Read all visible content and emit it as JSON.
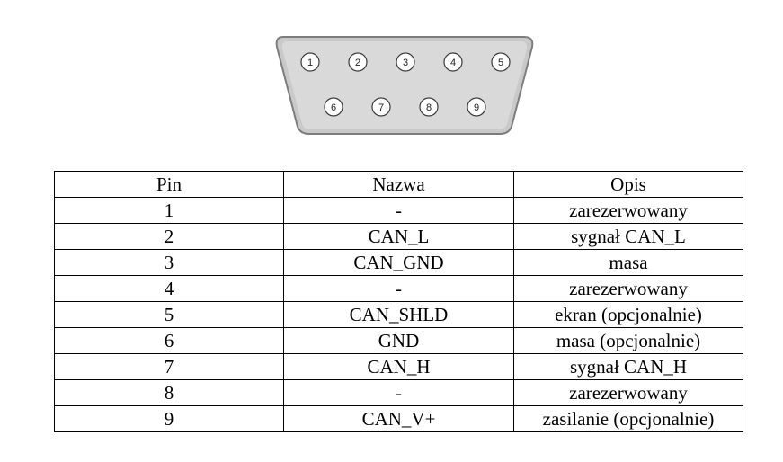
{
  "connector": {
    "top_row_pins": [
      "1",
      "2",
      "3",
      "4",
      "5"
    ],
    "bottom_row_pins": [
      "6",
      "7",
      "8",
      "9"
    ],
    "colors": {
      "shell_fill": "#c9c9c9",
      "shell_stroke": "#7d7d7d",
      "inner_fill": "#d9d9d9",
      "pin_fill": "#ffffff",
      "pin_stroke": "#3a3a3a"
    }
  },
  "table": {
    "headers": {
      "pin": "Pin",
      "name": "Nazwa",
      "description": "Opis"
    },
    "rows": [
      {
        "pin": "1",
        "name": "-",
        "description": "zarezerwowany"
      },
      {
        "pin": "2",
        "name": "CAN_L",
        "description": "sygnał CAN_L"
      },
      {
        "pin": "3",
        "name": "CAN_GND",
        "description": "masa"
      },
      {
        "pin": "4",
        "name": "-",
        "description": "zarezerwowany"
      },
      {
        "pin": "5",
        "name": "CAN_SHLD",
        "description": "ekran (opcjonalnie)"
      },
      {
        "pin": "6",
        "name": "GND",
        "description": "masa (opcjonalnie)"
      },
      {
        "pin": "7",
        "name": "CAN_H",
        "description": "sygnał CAN_H"
      },
      {
        "pin": "8",
        "name": "-",
        "description": "zarezerwowany"
      },
      {
        "pin": "9",
        "name": "CAN_V+",
        "description": "zasilanie (opcjonalnie)"
      }
    ]
  }
}
